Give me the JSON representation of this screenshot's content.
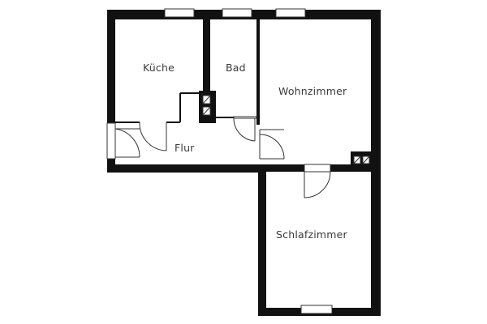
{
  "plan": {
    "type": "floor-plan",
    "wall_color": "#111111",
    "background": "#ffffff",
    "rooms": [
      {
        "id": "kueche",
        "label": "Küche"
      },
      {
        "id": "bad",
        "label": "Bad"
      },
      {
        "id": "wohnzimmer",
        "label": "Wohnzimmer"
      },
      {
        "id": "flur",
        "label": "Flur"
      },
      {
        "id": "schlafzimmer",
        "label": "Schlafzimmer"
      }
    ]
  }
}
